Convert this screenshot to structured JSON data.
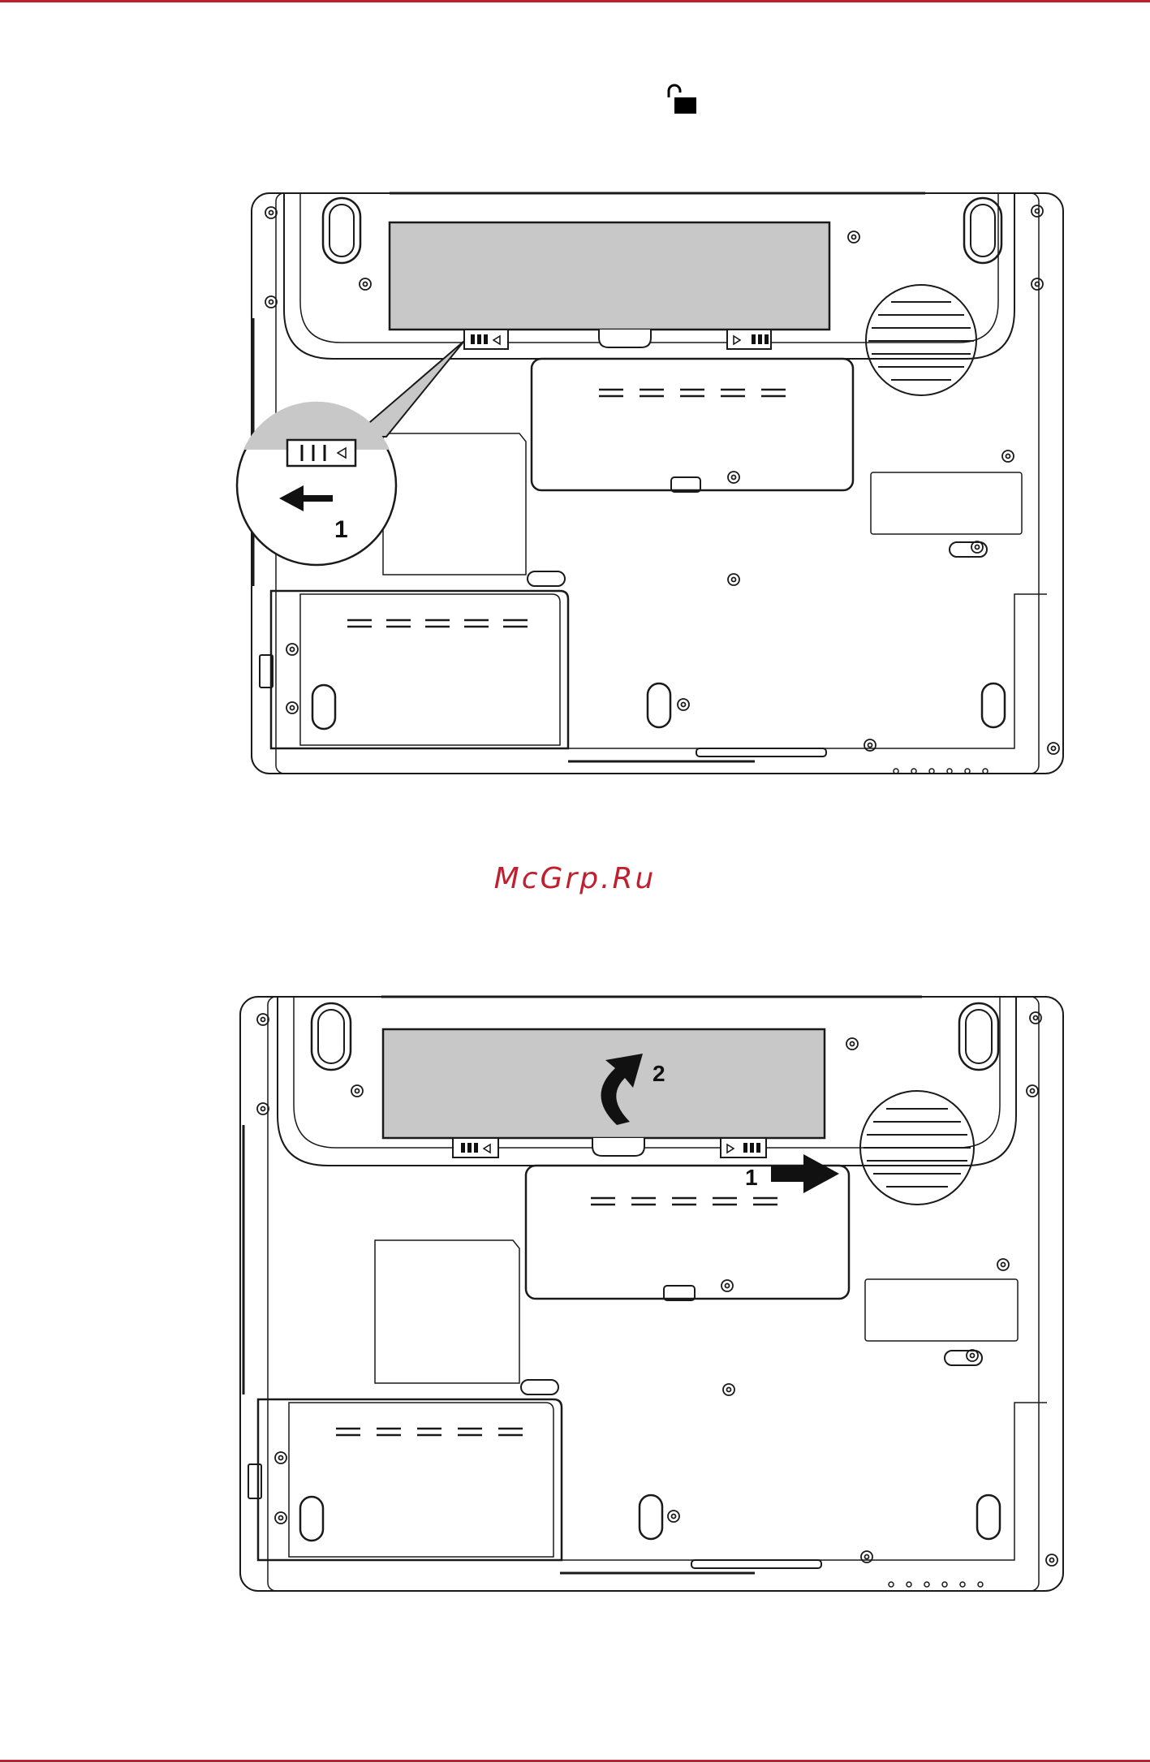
{
  "watermark": "McGrp.Ru",
  "icons": {
    "lock": "unlocked-padlock-icon"
  },
  "figure1": {
    "callout_step": "1"
  },
  "figure2": {
    "step_release": "1",
    "step_lift": "2"
  },
  "colors": {
    "accent": "#c0202e",
    "battery": "#c8c8c8",
    "line": "#1a1a1a"
  }
}
